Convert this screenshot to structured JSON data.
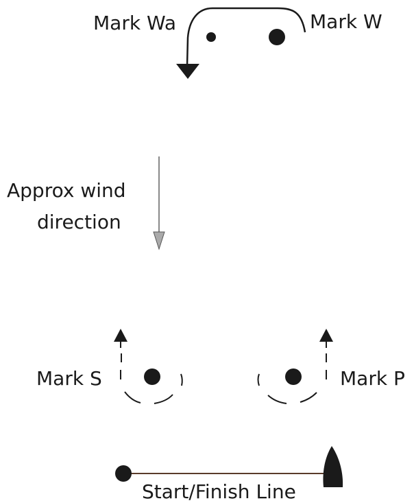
{
  "labels": {
    "mark_wa": "Mark Wa",
    "mark_w": "Mark W",
    "wind_line1": "Approx wind",
    "wind_line2": "direction",
    "mark_s": "Mark S",
    "mark_p": "Mark P",
    "start_finish": "Start/Finish Line"
  },
  "colors": {
    "ink": "#1a1a1a",
    "wind_arrow": "#888888",
    "wind_arrow_head": "#aaaaaa",
    "start_line": "#5a3b2a"
  }
}
